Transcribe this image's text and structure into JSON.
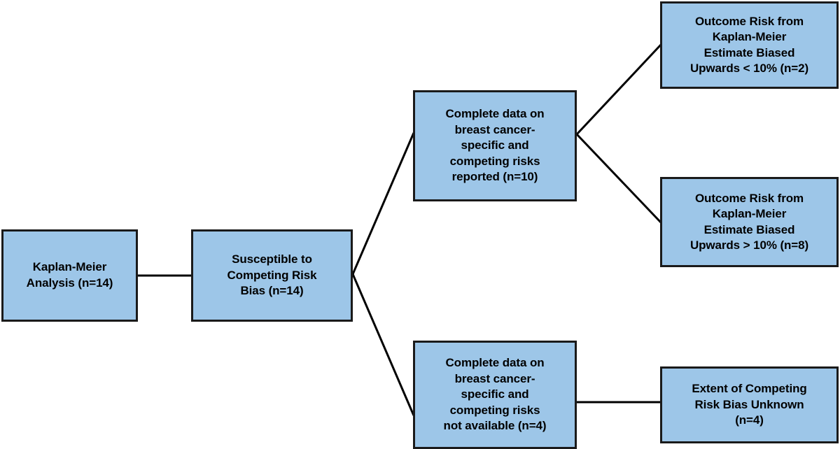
{
  "diagram": {
    "type": "flowchart",
    "orientation": "left-to-right",
    "node_fill_color": "#9dc6e8",
    "node_border_color": "#1a1a1a",
    "connector_color": "#000000",
    "background_color": "#ffffff",
    "nodes": [
      {
        "id": "kaplan-meier-analysis",
        "label": "Kaplan-Meier\nAnalysis (n=14)",
        "count": 14
      },
      {
        "id": "susceptible",
        "label": "Susceptible to\nCompeting Risk\nBias (n=14)",
        "count": 14
      },
      {
        "id": "complete-reported",
        "label": "Complete data on\nbreast cancer-\nspecific and\ncompeting risks\nreported (n=10)",
        "count": 10
      },
      {
        "id": "complete-unavailable",
        "label": "Complete data on\nbreast cancer-\nspecific and\ncompeting risks\nnot available (n=4)",
        "count": 4
      },
      {
        "id": "bias-lt10",
        "label": "Outcome Risk from\nKaplan-Meier\nEstimate Biased\nUpwards < 10% (n=2)",
        "count": 2
      },
      {
        "id": "bias-gt10",
        "label": "Outcome Risk from\nKaplan-Meier\nEstimate Biased\nUpwards > 10% (n=8)",
        "count": 8
      },
      {
        "id": "extent-unknown",
        "label": "Extent of Competing\nRisk Bias Unknown\n(n=4)",
        "count": 4
      }
    ],
    "edges": [
      {
        "id": "edge-analysis-to-susceptible",
        "from": "kaplan-meier-analysis",
        "to": "susceptible",
        "style": "straight-horizontal"
      },
      {
        "id": "edge-susceptible-to-reported",
        "from": "susceptible",
        "to": "complete-reported",
        "style": "diagonal-up"
      },
      {
        "id": "edge-susceptible-to-unavailable",
        "from": "susceptible",
        "to": "complete-unavailable",
        "style": "diagonal-down"
      },
      {
        "id": "edge-reported-to-bias-lt10",
        "from": "complete-reported",
        "to": "bias-lt10",
        "style": "diagonal-up"
      },
      {
        "id": "edge-reported-to-bias-gt10",
        "from": "complete-reported",
        "to": "bias-gt10",
        "style": "diagonal-down"
      },
      {
        "id": "edge-unavailable-to-extent-unknown",
        "from": "complete-unavailable",
        "to": "extent-unknown",
        "style": "straight-horizontal"
      }
    ]
  }
}
